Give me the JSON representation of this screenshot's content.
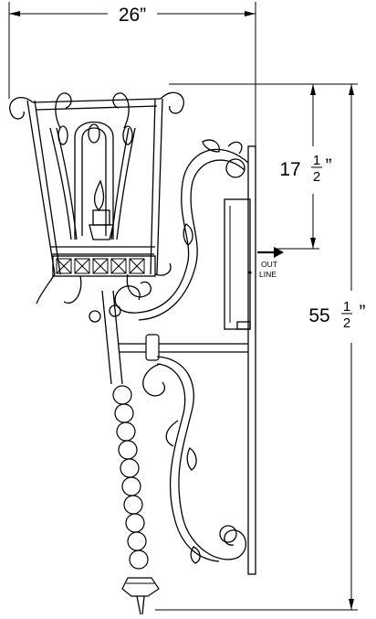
{
  "dimensions": {
    "width": {
      "whole": "26",
      "unit": "”"
    },
    "height_outlet": {
      "whole": "17",
      "num": "1",
      "den": "2",
      "unit": "”"
    },
    "height_total": {
      "whole": "55",
      "num": "1",
      "den": "2",
      "unit": "”"
    }
  },
  "outlet_label": {
    "line1": "OUT",
    "line2": "LINE"
  }
}
